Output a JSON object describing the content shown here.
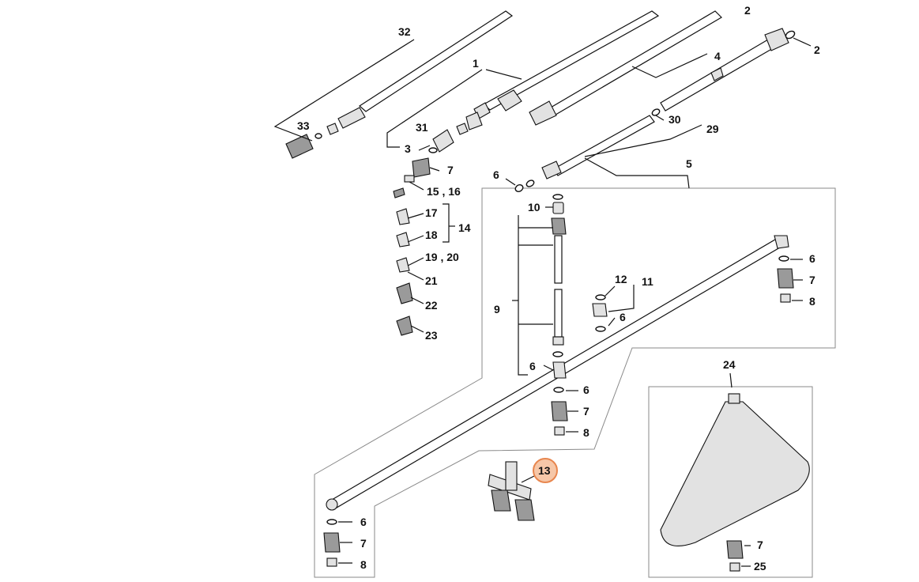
{
  "highlight_color": "#f6c7a8",
  "highlight_stroke": "#e8864e",
  "labels": {
    "l32": "32",
    "l1": "1",
    "l2a": "2",
    "l2b": "2",
    "l4": "4",
    "l33": "33",
    "l31": "31",
    "l3": "3",
    "l30": "30",
    "l29": "29",
    "l7a": "7",
    "l6a": "6",
    "l5": "5",
    "l15_16": "15 , 16",
    "l17": "17",
    "l14": "14",
    "l18": "18",
    "l19_20": "19 , 20",
    "l21": "21",
    "l22": "22",
    "l23": "23",
    "l10": "10",
    "l9": "9",
    "l12": "12",
    "l11": "11",
    "l6b": "6",
    "l6c": "6",
    "l7b": "7",
    "l8a": "8",
    "l6d": "6",
    "l6e": "6",
    "l7c": "7",
    "l8b": "8",
    "l13": "13",
    "l6f": "6",
    "l7d": "7",
    "l8c": "8",
    "l24": "24",
    "l7e": "7",
    "l25": "25"
  }
}
